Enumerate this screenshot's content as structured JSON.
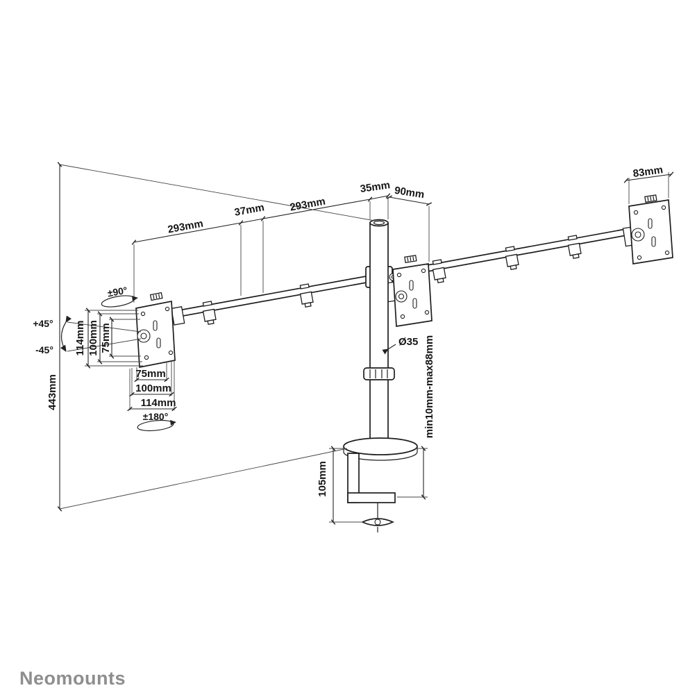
{
  "brand": {
    "logo_text": "Neomounts"
  },
  "diagram": {
    "dims": {
      "arm_segment_left": "293mm",
      "joint_width": "37mm",
      "arm_segment_right": "293mm",
      "pole_cap_width": "35mm",
      "plate_offset": "90mm",
      "right_plate_width": "83mm",
      "swivel_range": "±90°",
      "tilt_up": "+45°",
      "tilt_down": "-45°",
      "vesa_vertical_114": "114mm",
      "vesa_vertical_100": "100mm",
      "vesa_vertical_75": "75mm",
      "vesa_horizontal_75": "75mm",
      "vesa_horizontal_100": "100mm",
      "vesa_horizontal_114": "114mm",
      "rotation_range": "±180°",
      "column_height": "443mm",
      "pole_diameter": "Ø35",
      "clamp_capacity": "min10mm-max88mm",
      "clamp_height": "105mm"
    }
  }
}
